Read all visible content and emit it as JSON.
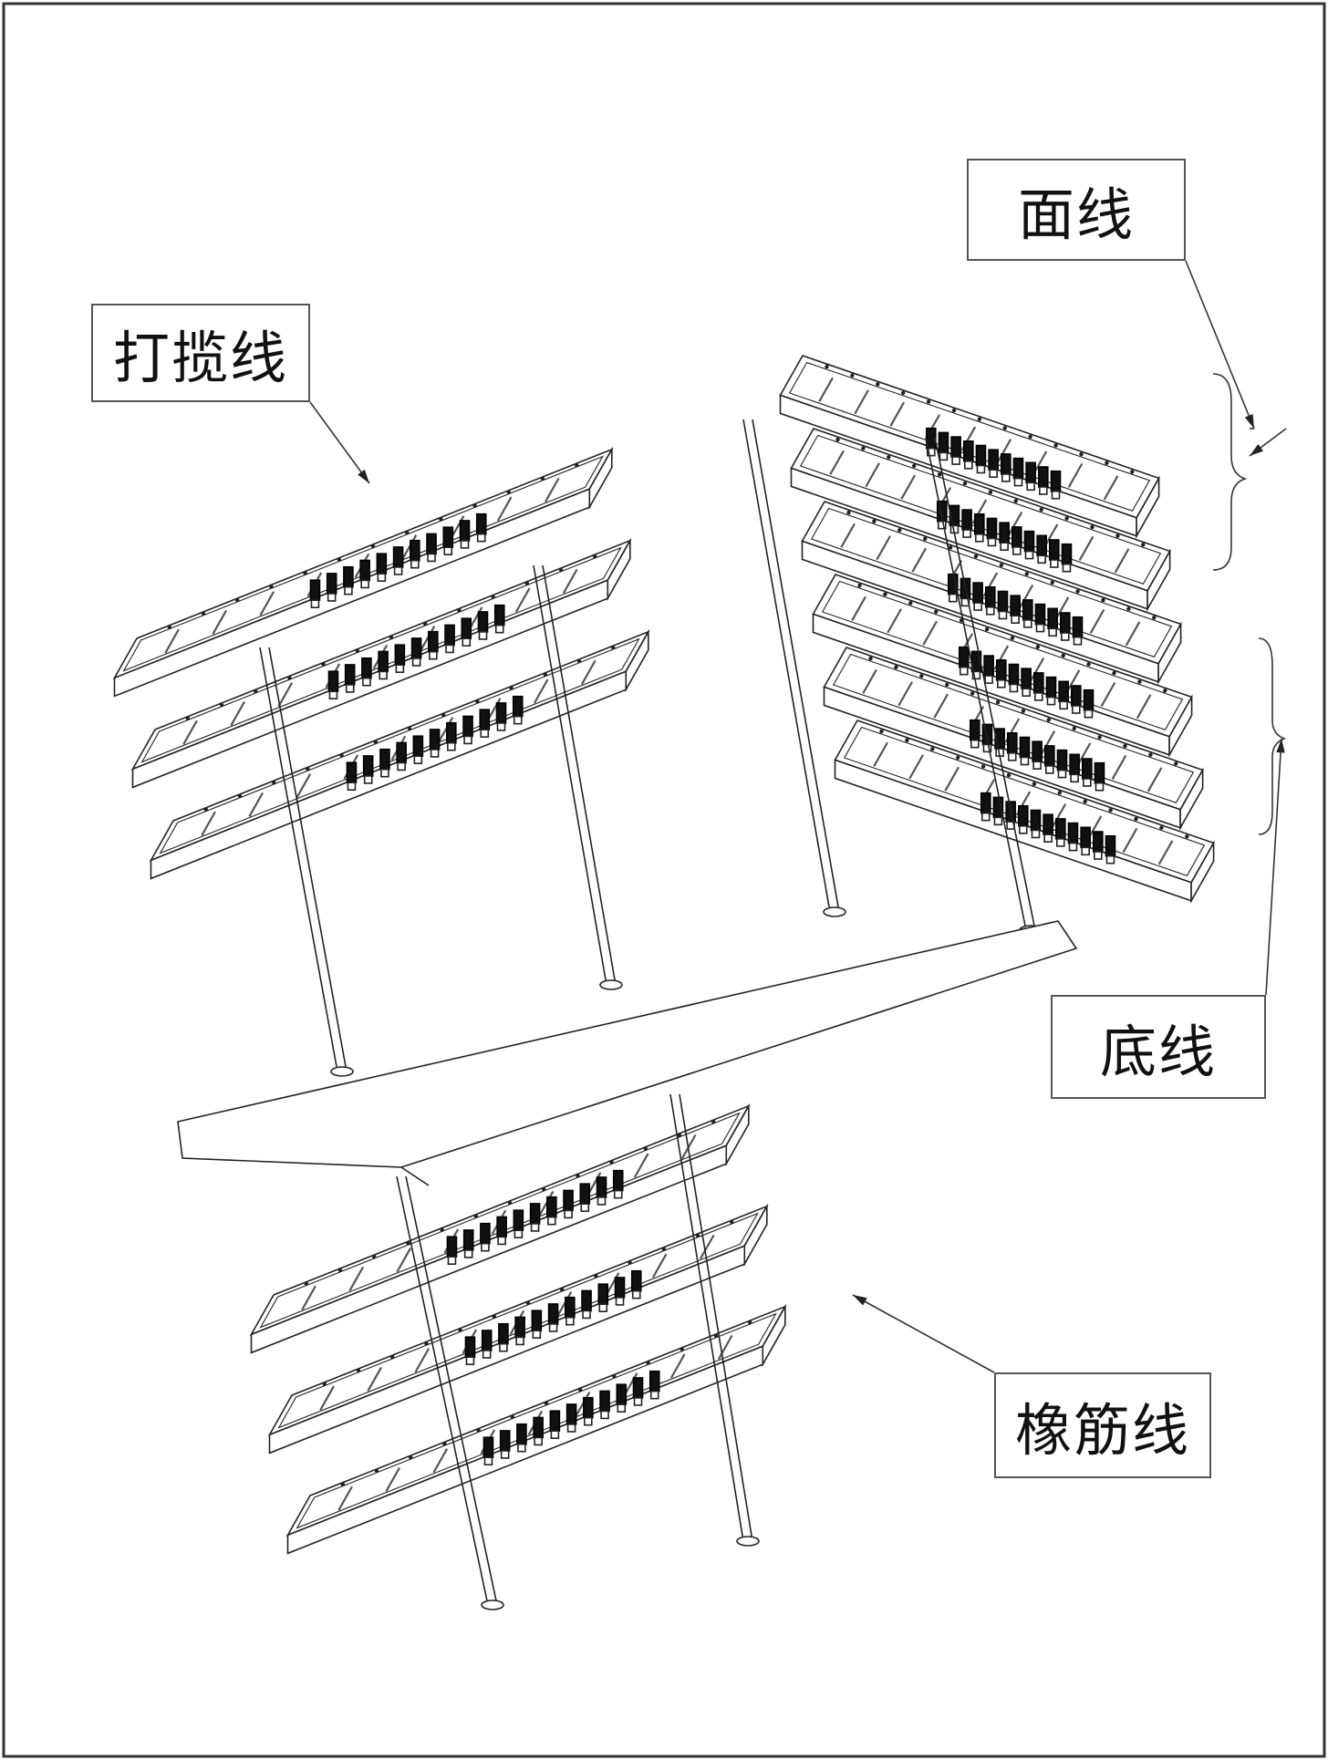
{
  "labels": {
    "face_line": "面线",
    "mix_line": "打揽线",
    "bottom_line": "底线",
    "rubber_line": "橡筋线"
  }
}
